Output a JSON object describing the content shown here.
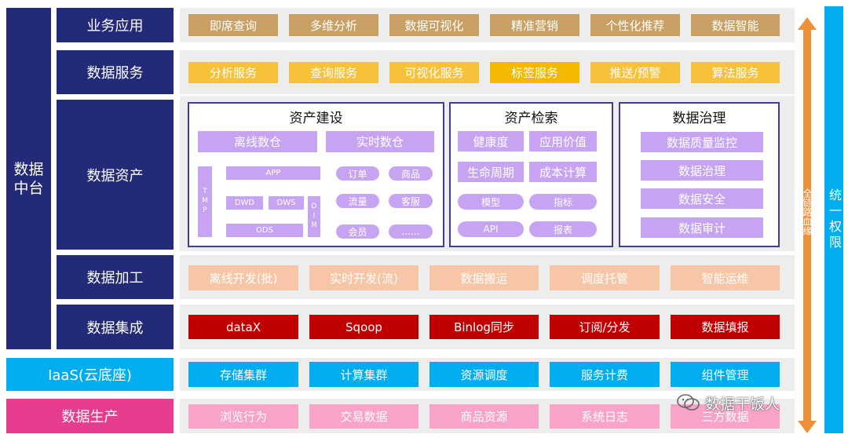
{
  "left": {
    "data_middle_platform": "数据中台",
    "iaas": "IaaS(云底座)",
    "data_production": "数据生产"
  },
  "layers": {
    "business_app": "业务应用",
    "data_service": "数据服务",
    "data_asset": "数据资产",
    "data_processing": "数据加工",
    "data_integration": "数据集成"
  },
  "rows": {
    "business_app": [
      "即席查询",
      "多维分析",
      "数据可视化",
      "精准营销",
      "个性化推荐",
      "数据智能"
    ],
    "data_service": [
      "分析服务",
      "查询服务",
      "可视化服务",
      "标签服务",
      "推送/预警",
      "算法服务"
    ],
    "data_processing": [
      "离线开发(批)",
      "实时开发(流)",
      "数据搬运",
      "调度托管",
      "智能运维"
    ],
    "data_integration": [
      "dataX",
      "Sqoop",
      "Binlog同步",
      "订阅/分发",
      "数据填报"
    ],
    "iaas": [
      "存储集群",
      "计算集群",
      "资源调度",
      "服务计费",
      "组件管理"
    ],
    "data_production": [
      "浏览行为",
      "交易数据",
      "商品资源",
      "系统日志",
      "三方数据"
    ]
  },
  "asset_build": {
    "title": "资产建设",
    "offline_warehouse": "离线数仓",
    "realtime_warehouse": "实时数仓",
    "tmp": "TMP",
    "app": "APP",
    "dwd": "DWD",
    "dws": "DWS",
    "dim": "DIM",
    "ods": "ODS",
    "order": "订单",
    "goods": "商品",
    "traffic": "流量",
    "service": "客服",
    "member": "会员",
    "more": "......"
  },
  "asset_search": {
    "title": "资产检索",
    "items": [
      "健康度",
      "应用价值",
      "生命周期",
      "成本计算"
    ],
    "pills": [
      "模型",
      "指标",
      "API",
      "报表"
    ]
  },
  "governance": {
    "title": "数据治理",
    "items": [
      "数据质量监控",
      "数据治理",
      "数据安全",
      "数据审计"
    ]
  },
  "right": {
    "lineage": "全链路血缘",
    "permission": "统一权限"
  },
  "watermark": "数据干饭人",
  "colors": {
    "navy": "#232a78",
    "gold": "#c9a063",
    "yellow": "#f7c23a",
    "peach": "#f7c6a6",
    "red": "#c00000",
    "blue": "#00aeef",
    "pink": "#e63d8f",
    "purple": "#c7a4f2",
    "orange_arrow": "#ee8f3a"
  }
}
